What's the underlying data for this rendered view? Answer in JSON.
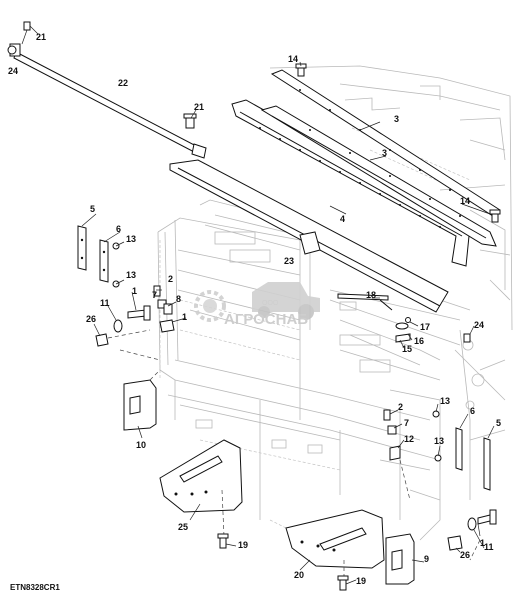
{
  "diagram": {
    "code": "ETN8328CR1",
    "watermark": {
      "small": "ООО",
      "brand": "АГРОСНАБ"
    },
    "callouts": [
      {
        "id": "c21a",
        "text": "21"
      },
      {
        "id": "c24a",
        "text": "24"
      },
      {
        "id": "c22",
        "text": "22"
      },
      {
        "id": "c21b",
        "text": "21"
      },
      {
        "id": "c14a",
        "text": "14"
      },
      {
        "id": "c3a",
        "text": "3"
      },
      {
        "id": "c3b",
        "text": "3"
      },
      {
        "id": "c14b",
        "text": "14"
      },
      {
        "id": "c4",
        "text": "4"
      },
      {
        "id": "c23",
        "text": "23"
      },
      {
        "id": "c5a",
        "text": "5"
      },
      {
        "id": "c6a",
        "text": "6"
      },
      {
        "id": "c13a",
        "text": "13"
      },
      {
        "id": "c13b",
        "text": "13"
      },
      {
        "id": "c2a",
        "text": "2"
      },
      {
        "id": "c7a",
        "text": "7"
      },
      {
        "id": "c8",
        "text": "8"
      },
      {
        "id": "c1a",
        "text": "1"
      },
      {
        "id": "c11a",
        "text": "11"
      },
      {
        "id": "c26a",
        "text": "26"
      },
      {
        "id": "c1b",
        "text": "1"
      },
      {
        "id": "c18",
        "text": "18"
      },
      {
        "id": "c17",
        "text": "17"
      },
      {
        "id": "c16",
        "text": "16"
      },
      {
        "id": "c15",
        "text": "15"
      },
      {
        "id": "c24b",
        "text": "24"
      },
      {
        "id": "c10",
        "text": "10"
      },
      {
        "id": "c2b",
        "text": "2"
      },
      {
        "id": "c13c",
        "text": "13"
      },
      {
        "id": "c7b",
        "text": "7"
      },
      {
        "id": "c12",
        "text": "12"
      },
      {
        "id": "c13d",
        "text": "13"
      },
      {
        "id": "c6b",
        "text": "6"
      },
      {
        "id": "c5b",
        "text": "5"
      },
      {
        "id": "c25",
        "text": "25"
      },
      {
        "id": "c19a",
        "text": "19"
      },
      {
        "id": "c1c",
        "text": "1"
      },
      {
        "id": "c11b",
        "text": "11"
      },
      {
        "id": "c26b",
        "text": "26"
      },
      {
        "id": "c9",
        "text": "9"
      },
      {
        "id": "c20",
        "text": "20"
      },
      {
        "id": "c19b",
        "text": "19"
      }
    ]
  }
}
